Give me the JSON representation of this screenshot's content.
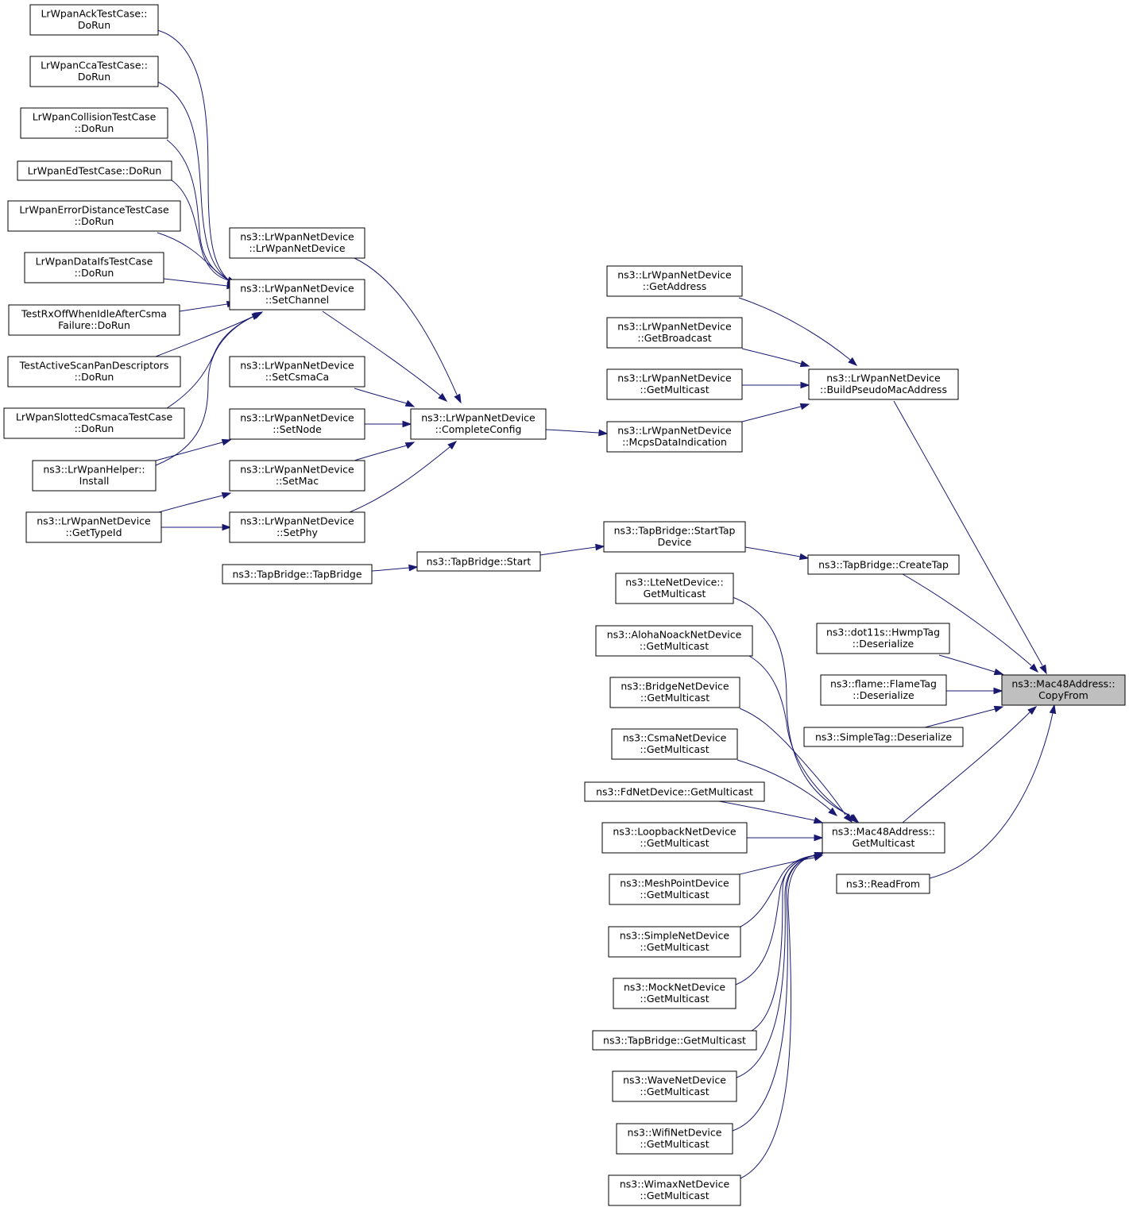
{
  "diagram": {
    "target": "copyfrom",
    "colors": {
      "edge": "#191970",
      "node_border": "#000000",
      "node_fill": "#ffffff",
      "target_fill": "#bfbfbf"
    },
    "nodes": [
      {
        "id": "ackdorun",
        "lines": [
          "LrWpanAckTestCase::",
          "DoRun"
        ]
      },
      {
        "id": "ccadorun",
        "lines": [
          "LrWpanCcaTestCase::",
          "DoRun"
        ]
      },
      {
        "id": "colldorun",
        "lines": [
          "LrWpanCollisionTestCase",
          "::DoRun"
        ]
      },
      {
        "id": "eddorun",
        "lines": [
          "LrWpanEdTestCase::DoRun"
        ]
      },
      {
        "id": "errdorun",
        "lines": [
          "LrWpanErrorDistanceTestCase",
          "::DoRun"
        ]
      },
      {
        "id": "ifsdorun",
        "lines": [
          "LrWpanDataIfsTestCase",
          "::DoRun"
        ]
      },
      {
        "id": "rxoffdorun",
        "lines": [
          "TestRxOffWhenIdleAfterCsma",
          "Failure::DoRun"
        ]
      },
      {
        "id": "activescan",
        "lines": [
          "TestActiveScanPanDescriptors",
          "::DoRun"
        ]
      },
      {
        "id": "slotteddorun",
        "lines": [
          "LrWpanSlottedCsmacaTestCase",
          "::DoRun"
        ]
      },
      {
        "id": "helperinstall",
        "lines": [
          "ns3::LrWpanHelper::",
          "Install"
        ]
      },
      {
        "id": "gettypeid",
        "lines": [
          "ns3::LrWpanNetDevice",
          "::GetTypeId"
        ]
      },
      {
        "id": "ctor",
        "lines": [
          "ns3::LrWpanNetDevice",
          "::LrWpanNetDevice"
        ]
      },
      {
        "id": "setchannel",
        "lines": [
          "ns3::LrWpanNetDevice",
          "::SetChannel"
        ]
      },
      {
        "id": "setcsmaca",
        "lines": [
          "ns3::LrWpanNetDevice",
          "::SetCsmaCa"
        ]
      },
      {
        "id": "setnode",
        "lines": [
          "ns3::LrWpanNetDevice",
          "::SetNode"
        ]
      },
      {
        "id": "setmac",
        "lines": [
          "ns3::LrWpanNetDevice",
          "::SetMac"
        ]
      },
      {
        "id": "setphy",
        "lines": [
          "ns3::LrWpanNetDevice",
          "::SetPhy"
        ]
      },
      {
        "id": "tapctor",
        "lines": [
          "ns3::TapBridge::TapBridge"
        ]
      },
      {
        "id": "completeconfig",
        "lines": [
          "ns3::LrWpanNetDevice",
          "::CompleteConfig"
        ]
      },
      {
        "id": "tapstart",
        "lines": [
          "ns3::TapBridge::Start"
        ]
      },
      {
        "id": "getaddress",
        "lines": [
          "ns3::LrWpanNetDevice",
          "::GetAddress"
        ]
      },
      {
        "id": "getbroadcast",
        "lines": [
          "ns3::LrWpanNetDevice",
          "::GetBroadcast"
        ]
      },
      {
        "id": "lrwpangetmc",
        "lines": [
          "ns3::LrWpanNetDevice",
          "::GetMulticast"
        ]
      },
      {
        "id": "mcpsdata",
        "lines": [
          "ns3::LrWpanNetDevice",
          "::McpsDataIndication"
        ]
      },
      {
        "id": "starttap",
        "lines": [
          "ns3::TapBridge::StartTap",
          "Device"
        ]
      },
      {
        "id": "ltegetmc",
        "lines": [
          "ns3::LteNetDevice::",
          "GetMulticast"
        ]
      },
      {
        "id": "alohagetmc",
        "lines": [
          "ns3::AlohaNoackNetDevice",
          "::GetMulticast"
        ]
      },
      {
        "id": "bridgegetmc",
        "lines": [
          "ns3::BridgeNetDevice",
          "::GetMulticast"
        ]
      },
      {
        "id": "csmagetmc",
        "lines": [
          "ns3::CsmaNetDevice",
          "::GetMulticast"
        ]
      },
      {
        "id": "fdgetmc",
        "lines": [
          "ns3::FdNetDevice::GetMulticast"
        ]
      },
      {
        "id": "loopgetmc",
        "lines": [
          "ns3::LoopbackNetDevice",
          "::GetMulticast"
        ]
      },
      {
        "id": "meshgetmc",
        "lines": [
          "ns3::MeshPointDevice",
          "::GetMulticast"
        ]
      },
      {
        "id": "simplegetmc",
        "lines": [
          "ns3::SimpleNetDevice",
          "::GetMulticast"
        ]
      },
      {
        "id": "mockgetmc",
        "lines": [
          "ns3::MockNetDevice",
          "::GetMulticast"
        ]
      },
      {
        "id": "tapgetmc",
        "lines": [
          "ns3::TapBridge::GetMulticast"
        ]
      },
      {
        "id": "wavegetmc",
        "lines": [
          "ns3::WaveNetDevice",
          "::GetMulticast"
        ]
      },
      {
        "id": "wifigetmc",
        "lines": [
          "ns3::WifiNetDevice",
          "::GetMulticast"
        ]
      },
      {
        "id": "wimaxgetmc",
        "lines": [
          "ns3::WimaxNetDevice",
          "::GetMulticast"
        ]
      },
      {
        "id": "buildpseudo",
        "lines": [
          "ns3::LrWpanNetDevice",
          "::BuildPseudoMacAddress"
        ]
      },
      {
        "id": "createtap",
        "lines": [
          "ns3::TapBridge::CreateTap"
        ]
      },
      {
        "id": "hwmpdeser",
        "lines": [
          "ns3::dot11s::HwmpTag",
          "::Deserialize"
        ]
      },
      {
        "id": "flamedeser",
        "lines": [
          "ns3::flame::FlameTag",
          "::Deserialize"
        ]
      },
      {
        "id": "simpletagdeser",
        "lines": [
          "ns3::SimpleTag::Deserialize"
        ]
      },
      {
        "id": "mac48getmc",
        "lines": [
          "ns3::Mac48Address::",
          "GetMulticast"
        ]
      },
      {
        "id": "readfrom",
        "lines": [
          "ns3::ReadFrom"
        ]
      },
      {
        "id": "copyfrom",
        "lines": [
          "ns3::Mac48Address::",
          "CopyFrom"
        ]
      }
    ],
    "edges": [
      {
        "from": "ackdorun",
        "to": "setchannel"
      },
      {
        "from": "ccadorun",
        "to": "setchannel"
      },
      {
        "from": "colldorun",
        "to": "setchannel"
      },
      {
        "from": "eddorun",
        "to": "setchannel"
      },
      {
        "from": "errdorun",
        "to": "setchannel"
      },
      {
        "from": "ifsdorun",
        "to": "setchannel"
      },
      {
        "from": "rxoffdorun",
        "to": "setchannel"
      },
      {
        "from": "activescan",
        "to": "setchannel"
      },
      {
        "from": "slotteddorun",
        "to": "setchannel"
      },
      {
        "from": "helperinstall",
        "to": "setchannel"
      },
      {
        "from": "helperinstall",
        "to": "setnode"
      },
      {
        "from": "gettypeid",
        "to": "setmac"
      },
      {
        "from": "gettypeid",
        "to": "setphy"
      },
      {
        "from": "ctor",
        "to": "completeconfig"
      },
      {
        "from": "setchannel",
        "to": "completeconfig"
      },
      {
        "from": "setcsmaca",
        "to": "completeconfig"
      },
      {
        "from": "setnode",
        "to": "completeconfig"
      },
      {
        "from": "setmac",
        "to": "completeconfig"
      },
      {
        "from": "setphy",
        "to": "completeconfig"
      },
      {
        "from": "completeconfig",
        "to": "mcpsdata"
      },
      {
        "from": "tapctor",
        "to": "tapstart"
      },
      {
        "from": "tapstart",
        "to": "starttap"
      },
      {
        "from": "starttap",
        "to": "createtap"
      },
      {
        "from": "getaddress",
        "to": "buildpseudo"
      },
      {
        "from": "getbroadcast",
        "to": "buildpseudo"
      },
      {
        "from": "lrwpangetmc",
        "to": "buildpseudo"
      },
      {
        "from": "mcpsdata",
        "to": "buildpseudo"
      },
      {
        "from": "ltegetmc",
        "to": "mac48getmc"
      },
      {
        "from": "alohagetmc",
        "to": "mac48getmc"
      },
      {
        "from": "bridgegetmc",
        "to": "mac48getmc"
      },
      {
        "from": "csmagetmc",
        "to": "mac48getmc"
      },
      {
        "from": "fdgetmc",
        "to": "mac48getmc"
      },
      {
        "from": "loopgetmc",
        "to": "mac48getmc"
      },
      {
        "from": "meshgetmc",
        "to": "mac48getmc"
      },
      {
        "from": "simplegetmc",
        "to": "mac48getmc"
      },
      {
        "from": "mockgetmc",
        "to": "mac48getmc"
      },
      {
        "from": "tapgetmc",
        "to": "mac48getmc"
      },
      {
        "from": "wavegetmc",
        "to": "mac48getmc"
      },
      {
        "from": "wifigetmc",
        "to": "mac48getmc"
      },
      {
        "from": "wimaxgetmc",
        "to": "mac48getmc"
      },
      {
        "from": "buildpseudo",
        "to": "copyfrom"
      },
      {
        "from": "createtap",
        "to": "copyfrom"
      },
      {
        "from": "hwmpdeser",
        "to": "copyfrom"
      },
      {
        "from": "flamedeser",
        "to": "copyfrom"
      },
      {
        "from": "simpletagdeser",
        "to": "copyfrom"
      },
      {
        "from": "mac48getmc",
        "to": "copyfrom"
      },
      {
        "from": "readfrom",
        "to": "copyfrom"
      }
    ]
  }
}
